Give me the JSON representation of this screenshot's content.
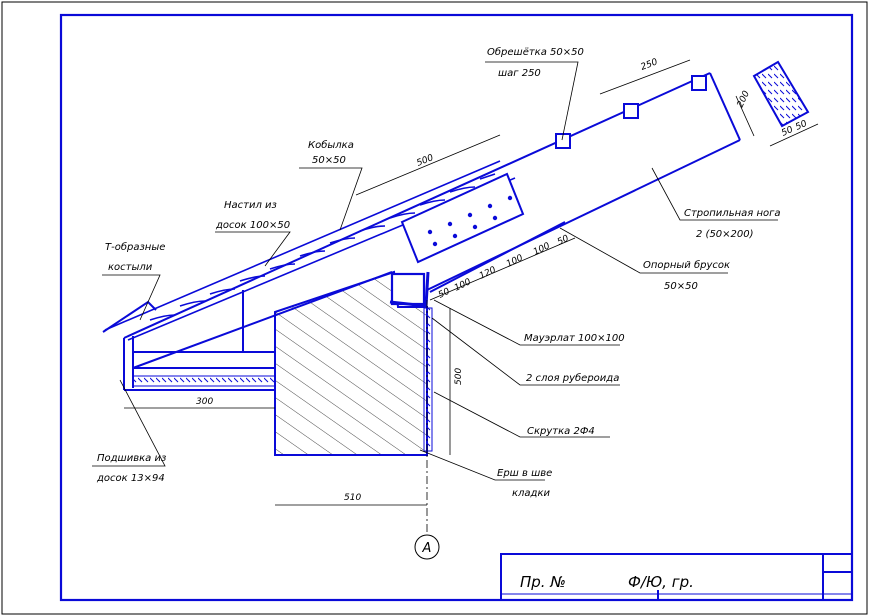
{
  "colors": {
    "ink": "#0a0ad8",
    "text": "#000000",
    "background": "#ffffff"
  },
  "labels": {
    "batten": [
      "Обрешётка 50×50",
      "шаг 250"
    ],
    "cobble": [
      "Кобылка",
      "50×50"
    ],
    "deck": [
      "Настил из",
      "досок 100×50"
    ],
    "t_bracket": [
      "Т-образные",
      "костыли"
    ],
    "rafter": [
      "Стропильная нога",
      "2 (50×200)"
    ],
    "support_bar": [
      "Опорный брусок",
      "50×50"
    ],
    "mauerlat": "Мауэрлат 100×100",
    "roofing_felt": "2 слоя рубероида",
    "twist": "Скрутка 2Ф4",
    "ruff": [
      "Ерш в шве",
      "кладки"
    ],
    "soffit": [
      "Подшивка из",
      "досок 13×94"
    ]
  },
  "dimensions": {
    "batten_step": "250",
    "rafter_depth": "200",
    "detail_a": "50",
    "detail_b": "50",
    "deck_span": "500",
    "bar_spacing": [
      "50",
      "100",
      "120",
      "100",
      "100",
      "50"
    ],
    "wall_height": "500",
    "overhang": "300",
    "wall_width": "510"
  },
  "axis_marker": "А",
  "title_block": {
    "prefix": "Пр. №",
    "code": "Ф/Ю, гр."
  }
}
